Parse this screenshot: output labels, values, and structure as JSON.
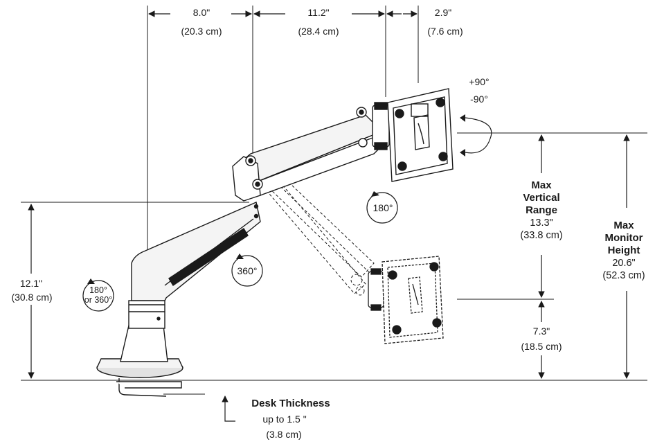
{
  "top_dimensions": {
    "reach_base": {
      "imperial": "8.0\"",
      "metric": "(20.3 cm)"
    },
    "reach_arm": {
      "imperial": "11.2\"",
      "metric": "(28.4 cm)"
    },
    "head_offset": {
      "imperial": "2.9\"",
      "metric": "(7.6 cm)"
    }
  },
  "tilt": {
    "up": "+90°",
    "down": "-90°"
  },
  "rotations": {
    "head_swivel": "180°",
    "arm_swivel": "360°",
    "base_line1": "180°",
    "base_line2": "or 360°"
  },
  "left_height": {
    "imperial": "12.1\"",
    "metric": "(30.8 cm)"
  },
  "max_vertical_range": {
    "line1": "Max",
    "line2": "Vertical",
    "line3": "Range",
    "imperial": "13.3\"",
    "metric": "(33.8 cm)"
  },
  "lowest_height": {
    "imperial": "7.3\"",
    "metric": "(18.5 cm)"
  },
  "max_monitor_height": {
    "line1": "Max",
    "line2": "Monitor",
    "line3": "Height",
    "imperial": "20.6\"",
    "metric": "(52.3 cm)"
  },
  "desk_thickness": {
    "title": "Desk Thickness",
    "line2": "up to 1.5 \"",
    "metric": "(3.8 cm)"
  },
  "colors": {
    "line": "#1a1a1a",
    "fill_light": "#f4f4f4",
    "fill_mid": "#e2e2e2"
  }
}
